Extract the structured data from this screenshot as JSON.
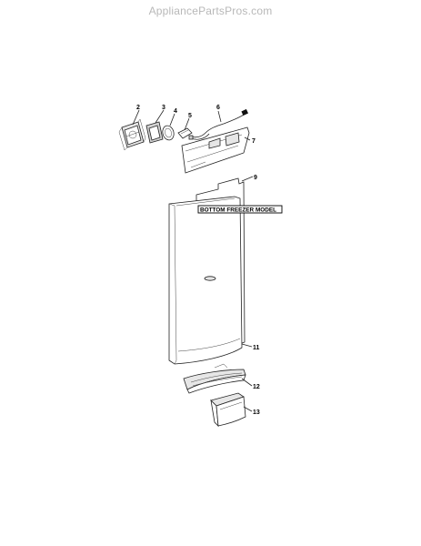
{
  "watermark": "AppliancePartsPros.com",
  "model_label": "BOTTOM FREEZER MODEL",
  "callouts": {
    "c2": "2",
    "c3": "3",
    "c4": "4",
    "c5": "5",
    "c6": "6",
    "c7": "7",
    "c9": "9",
    "c11": "11",
    "c12": "12",
    "c13": "13"
  }
}
